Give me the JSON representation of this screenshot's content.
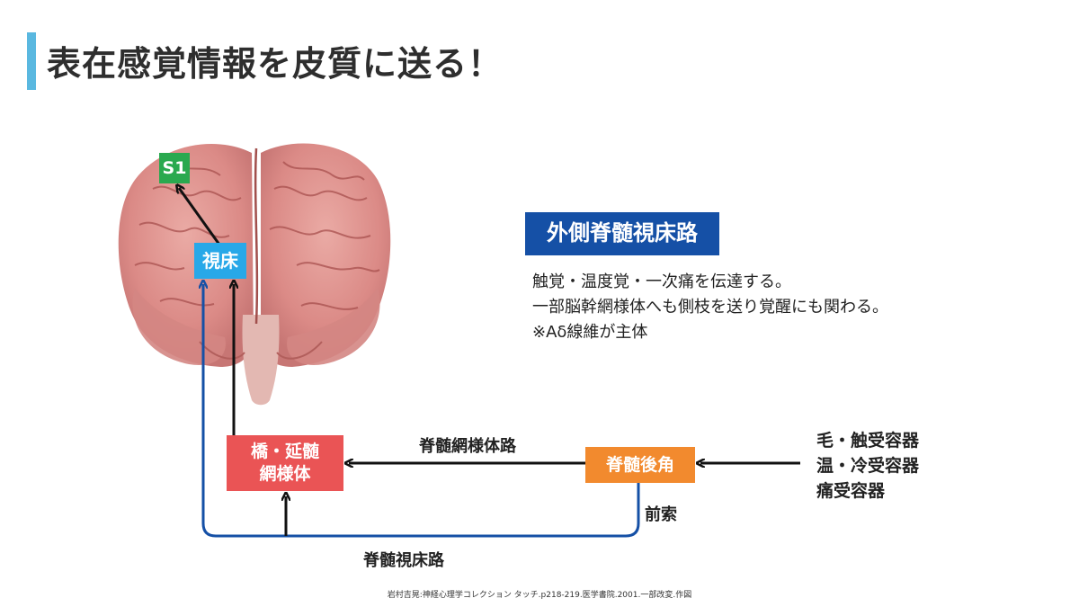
{
  "slide": {
    "title": "表在感覚情報を皮質に送る！",
    "accent_color": "#5ab8e0"
  },
  "diagram": {
    "brain_image": "brain-illustration-watercolor",
    "s1_label": "S1",
    "thalamus_label": "視床",
    "pons_label_line1": "橋・延髄",
    "pons_label_line2": "網様体",
    "dorsal_horn_label": "脊髄後角",
    "pathway_name": "外側脊髄視床路",
    "spinoreticular_label": "脊髄網様体路",
    "anterior_funiculus_label": "前索",
    "spinothalamic_label": "脊髄視床路",
    "receptors": [
      "毛・触受容器",
      "温・冷受容器",
      "痛受容器"
    ],
    "description": [
      "触覚・温度覚・一次痛を伝達する。",
      "一部脳幹網様体へも側枝を送り覚醒にも関わる。",
      "※Aδ線維が主体"
    ],
    "colors": {
      "s1": "#2aa94f",
      "thalamus": "#28a8e8",
      "reticular": "#ea5455",
      "dorsal_horn": "#f28a2e",
      "pathway_title": "#1550a6",
      "spinothalamic_line": "#1550a6"
    }
  },
  "credit": "岩村吉晃:神経心理学コレクション タッチ.p218-219.医学書院.2001.一部改変.作図"
}
